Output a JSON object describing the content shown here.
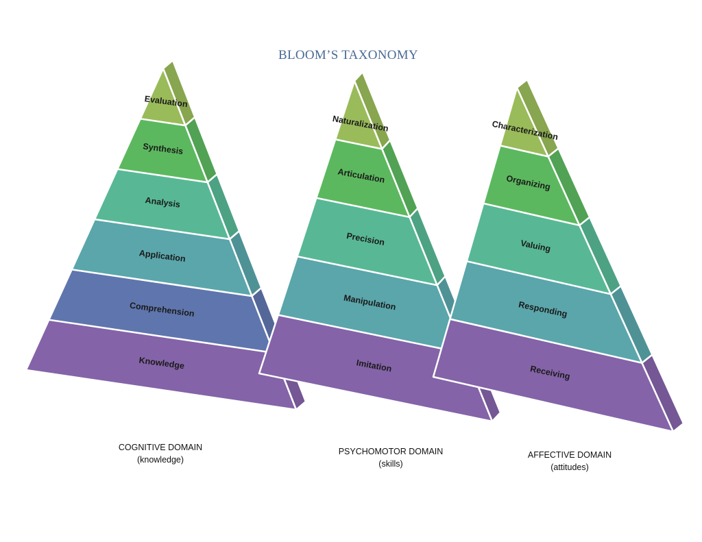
{
  "title": "BLOOM’S TAXONOMY",
  "colors": {
    "title": "#4a6a95",
    "levels_bottom_to_top": [
      "#8463a8",
      "#5f75ad",
      "#5aa6ab",
      "#58b896",
      "#5cb85f",
      "#9abb5a"
    ]
  },
  "domains": [
    {
      "name": "COGNITIVE DOMAIN",
      "subtitle": "(knowledge)",
      "levels_bottom_to_top": [
        "Knowledge",
        "Comprehension",
        "Application",
        "Analysis",
        "Synthesis",
        "Evaluation"
      ]
    },
    {
      "name": "PSYCHOMOTOR DOMAIN",
      "subtitle": "(skills)",
      "levels_bottom_to_top": [
        "Imitation",
        "Manipulation",
        "Precision",
        "Articulation",
        "Naturalization"
      ]
    },
    {
      "name": "AFFECTIVE DOMAIN",
      "subtitle": "(attitudes)",
      "levels_bottom_to_top": [
        "Receiving",
        "Responding",
        "Valuing",
        "Organizing",
        "Characterization"
      ]
    }
  ]
}
